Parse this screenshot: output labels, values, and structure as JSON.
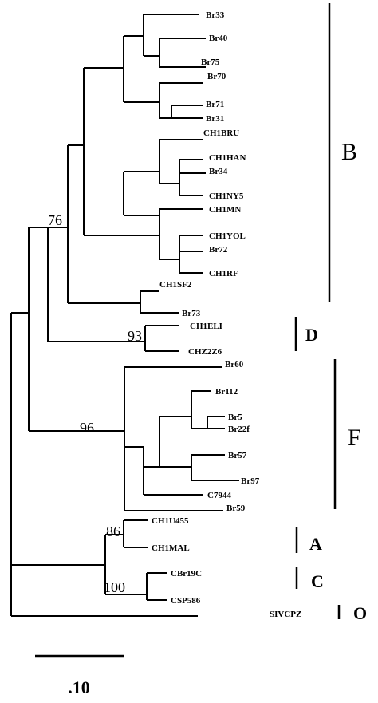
{
  "taxa": {
    "br33": "Br33",
    "br40": "Br40",
    "br75": "Br75",
    "br70": "Br70",
    "br71": "Br71",
    "br31": "Br31",
    "ch1bru": "CH1BRU",
    "ch1han": "CH1HAN",
    "br34": "Br34",
    "ch1ny5": "CH1NY5",
    "ch1mn": "CH1MN",
    "ch1yol": "CH1YOL",
    "br72": "Br72",
    "ch1rf": "CH1RF",
    "ch1sf2": "CH1SF2",
    "br73": "Br73",
    "ch1eli": "CH1ELI",
    "chz2z6": "CHZ2Z6",
    "br60": "Br60",
    "br112": "Br112",
    "br5": "Br5",
    "br22f": "Br22f",
    "br57": "Br57",
    "br97": "Br97",
    "c7944": "C7944",
    "br59": "Br59",
    "ch1u455": "CH1U455",
    "ch1mal": "CH1MAL",
    "cbr19c": "CBr19C",
    "csp586": "CSP586",
    "sivcpz": "SIVCPZ"
  },
  "bootstrap": {
    "b76": "76",
    "b93": "93",
    "b96": "96",
    "b86": "86",
    "b100": "100"
  },
  "clades": {
    "B": "B",
    "D": "D",
    "F": "F",
    "A": "A",
    "C": "C",
    "O": "O"
  },
  "scale": {
    "label": ".10"
  }
}
